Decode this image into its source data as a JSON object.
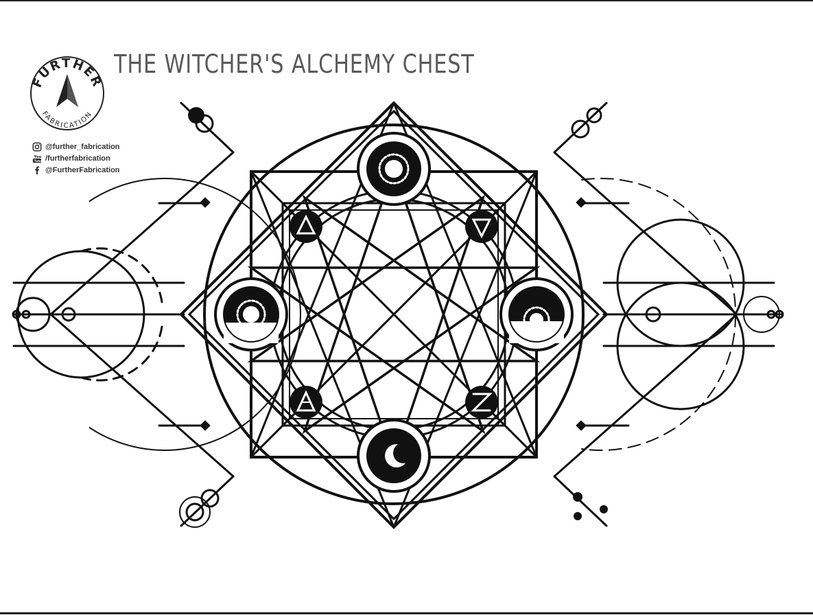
{
  "title": "THE WITCHER'S ALCHEMY CHEST",
  "logo": {
    "top_text": "FURTHER",
    "bottom_text": "FABRICATION"
  },
  "social": [
    {
      "icon": "instagram-icon",
      "handle": "@further_fabrication"
    },
    {
      "icon": "youtube-icon",
      "handle": "/furtherfabrication"
    },
    {
      "icon": "facebook-icon",
      "handle": "@FurtherFabrication"
    }
  ],
  "colors": {
    "ink": "#111111",
    "title": "#5a5a5a",
    "background": "#ffffff"
  }
}
